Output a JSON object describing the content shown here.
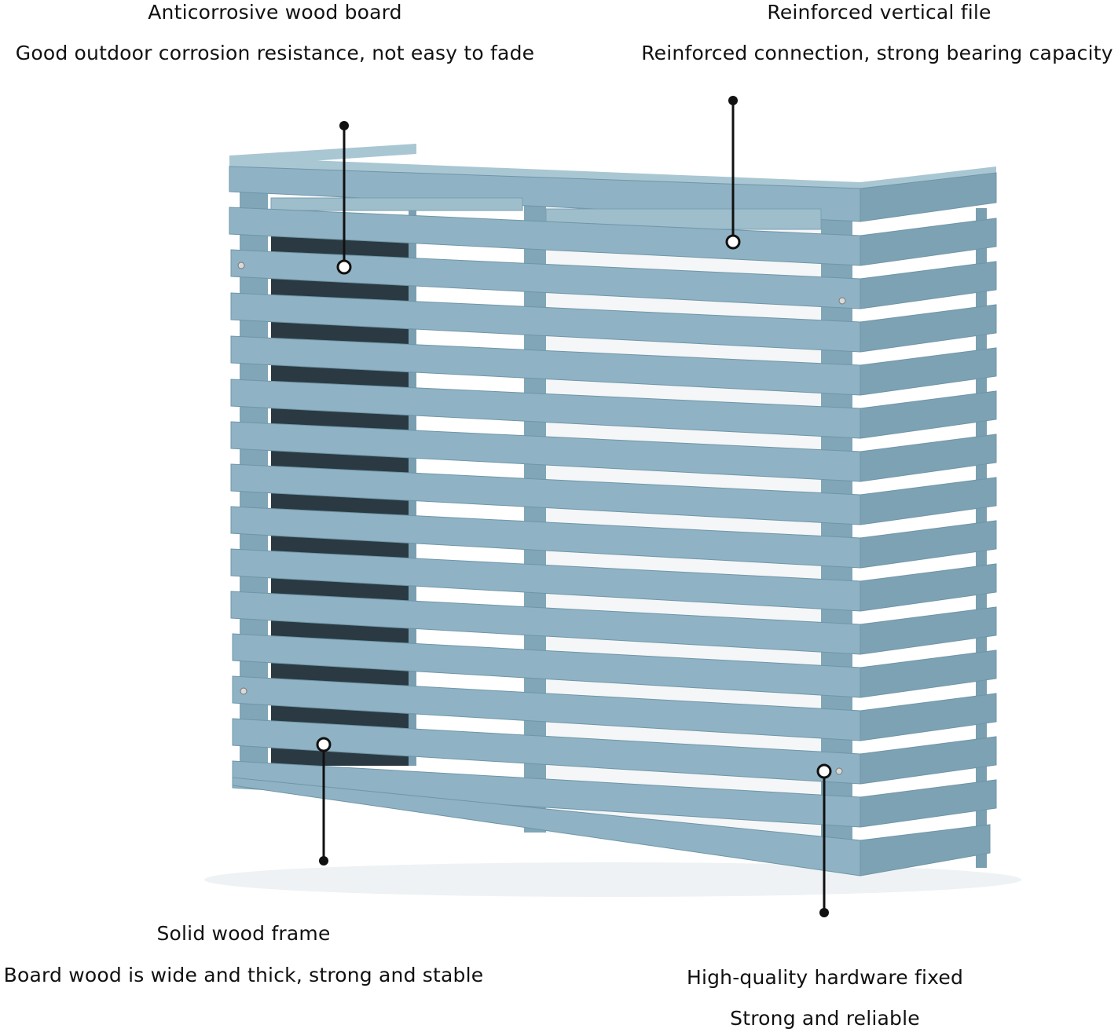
{
  "callouts": {
    "top_left": {
      "title": "Anticorrosive wood board",
      "subtitle": "Good outdoor corrosion resistance, not easy to fade"
    },
    "top_right": {
      "title": "Reinforced vertical file",
      "subtitle": "Reinforced connection, strong bearing capacity"
    },
    "bottom_left": {
      "title": "Solid wood frame",
      "subtitle": "Board wood is wide and thick, strong and stable"
    },
    "bottom_right": {
      "title": "High-quality hardware fixed",
      "subtitle": "Strong and reliable"
    }
  },
  "colors": {
    "wood_blue": "#8fb3c4",
    "wood_blue_dark": "#6f95a8",
    "wood_blue_light": "#a9c6d3",
    "interior_dark": "#2b3a42",
    "leader_line": "#111111"
  }
}
